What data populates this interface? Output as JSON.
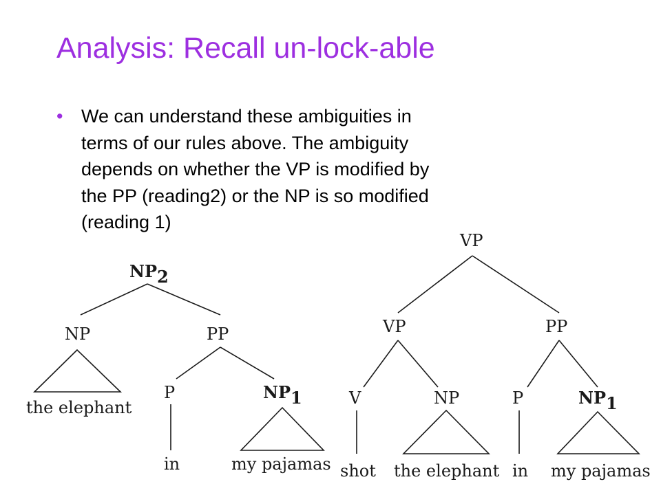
{
  "slide": {
    "title": "Analysis: Recall un-lock-able",
    "accent_color": "#9d2fe0",
    "bullet_char": "•",
    "bullet_lines": [
      "We can understand these ambiguities in",
      "terms of our rules above.  The ambiguity",
      "depends on whether the VP is modified by",
      "the PP (reading2) or the NP is so modified",
      "(reading 1)"
    ]
  },
  "tree_np_attachment": {
    "root": {
      "label": "NP",
      "sub": "2"
    },
    "np": {
      "label": "NP",
      "leaf": "the elephant"
    },
    "pp": {
      "label": "PP"
    },
    "p": {
      "label": "P",
      "leaf": "in"
    },
    "np1": {
      "label": "NP",
      "sub": "1",
      "leaf": "my pajamas"
    }
  },
  "tree_vp_attachment": {
    "root": {
      "label": "VP"
    },
    "vp": {
      "label": "VP"
    },
    "pp": {
      "label": "PP"
    },
    "v": {
      "label": "V",
      "leaf": "shot"
    },
    "np": {
      "label": "NP",
      "leaf": "the elephant"
    },
    "p": {
      "label": "P",
      "leaf": "in"
    },
    "np1": {
      "label": "NP",
      "sub": "1",
      "leaf": "my pajamas"
    }
  }
}
